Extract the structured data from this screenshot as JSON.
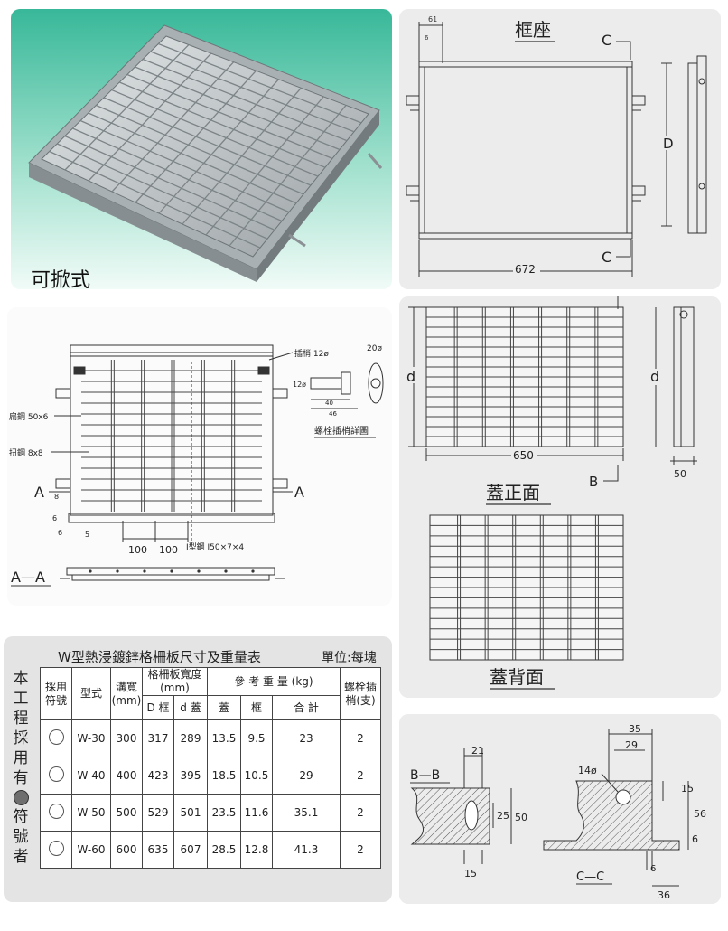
{
  "photo": {
    "caption": "可掀式"
  },
  "frame_drawing": {
    "title": "框座",
    "dim_top_small_1": "61",
    "dim_top_small_2": "6",
    "dim_width": "672",
    "dim_height": "D",
    "section_label": "C"
  },
  "grating_drawing": {
    "pin_label": "插梢 12ø",
    "flat_bar": "扁鋼 50x6",
    "twist_bar": "扭鋼 8x8",
    "ibeam": "I型鋼 I50×7×4",
    "dim_100_a": "100",
    "dim_100_b": "100",
    "dim_8": "8",
    "dim_6a": "6",
    "dim_6b": "6",
    "dim_5": "5",
    "section_a": "A",
    "section_aa": "A—A",
    "bolt_dia": "20ø",
    "bolt_shank": "12ø",
    "bolt_40": "40",
    "bolt_46": "46",
    "bolt_title": "螺栓插梢詳圖"
  },
  "cover_drawing": {
    "section_b": "B",
    "dim_d": "d",
    "dim_width": "650",
    "dim_side": "50",
    "front_title": "蓋正面",
    "back_title": "蓋背面"
  },
  "table": {
    "title": "W型熱浸鍍鋅格柵板尺寸及重量表",
    "unit": "單位:每塊",
    "side_label_top": [
      "本",
      "工",
      "程",
      "採",
      "用",
      "有"
    ],
    "side_label_bottom": [
      "符",
      "號",
      "者"
    ],
    "headers": {
      "adopt": "採用符號",
      "type": "型式",
      "width": "溝寬(mm)",
      "grating_width": "格柵板寬度(mm)",
      "d_frame": "D 框",
      "d_cover": "d 蓋",
      "ref_weight": "參 考 重 量 (kg)",
      "w_cover": "蓋",
      "w_frame": "框",
      "w_total": "合 計",
      "bolt": "螺栓插梢(支)"
    },
    "rows": [
      {
        "type": "W-30",
        "width": "300",
        "D": "317",
        "d": "289",
        "cover": "13.5",
        "frame": "9.5",
        "total": "23",
        "bolt": "2",
        "selected": false
      },
      {
        "type": "W-40",
        "width": "400",
        "D": "423",
        "d": "395",
        "cover": "18.5",
        "frame": "10.5",
        "total": "29",
        "bolt": "2",
        "selected": false
      },
      {
        "type": "W-50",
        "width": "500",
        "D": "529",
        "d": "501",
        "cover": "23.5",
        "frame": "11.6",
        "total": "35.1",
        "bolt": "2",
        "selected": true
      },
      {
        "type": "W-60",
        "width": "600",
        "D": "635",
        "d": "607",
        "cover": "28.5",
        "frame": "12.8",
        "total": "41.3",
        "bolt": "2",
        "selected": false
      }
    ]
  },
  "section_drawing": {
    "bb_label": "B—B",
    "dim_21": "21",
    "dim_25": "25",
    "dim_50": "50",
    "dim_15a": "15",
    "dim_35": "35",
    "dim_29": "29",
    "dim_14": "14ø",
    "dim_15b": "15",
    "dim_56": "56",
    "dim_6": "6",
    "dim_6b": "6",
    "dim_36": "36",
    "cc_label": "C—C"
  },
  "colors": {
    "photo_bg_top": "#3fbf9f",
    "photo_bg_bottom": "#eefaf6",
    "panel_bg": "#ececec",
    "steel": "#b9bfc2"
  }
}
